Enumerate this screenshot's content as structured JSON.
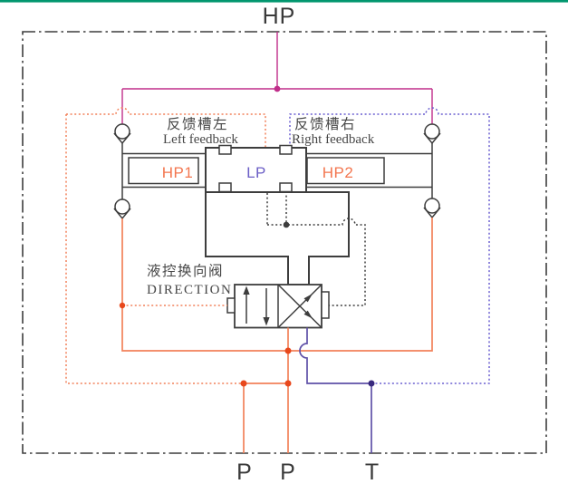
{
  "colors": {
    "ink": "#3d3d3d",
    "magenta": "#c02e8a",
    "orange": "#f2815a",
    "orange-dot": "#e8481c",
    "blue": "#5f51a8",
    "blue-dot": "#38297e",
    "blue-dashed": "#6a5fd0",
    "green-bar": "#00966e",
    "hp-text": "#f3764f",
    "lp-text": "#6b5ec6"
  },
  "ports": {
    "hp": "HP",
    "p_left": "P",
    "p_right": "P",
    "t": "T"
  },
  "chambers": {
    "hp1": "HP1",
    "lp": "LP",
    "hp2": "HP2"
  },
  "labels": {
    "left_feedback_zh": "反馈槽左",
    "left_feedback_en": "Left feedback",
    "right_feedback_zh": "反馈槽右",
    "right_feedback_en": "Right feedback",
    "direction_zh": "液控换向阀",
    "direction_en": "DIRECTION"
  }
}
